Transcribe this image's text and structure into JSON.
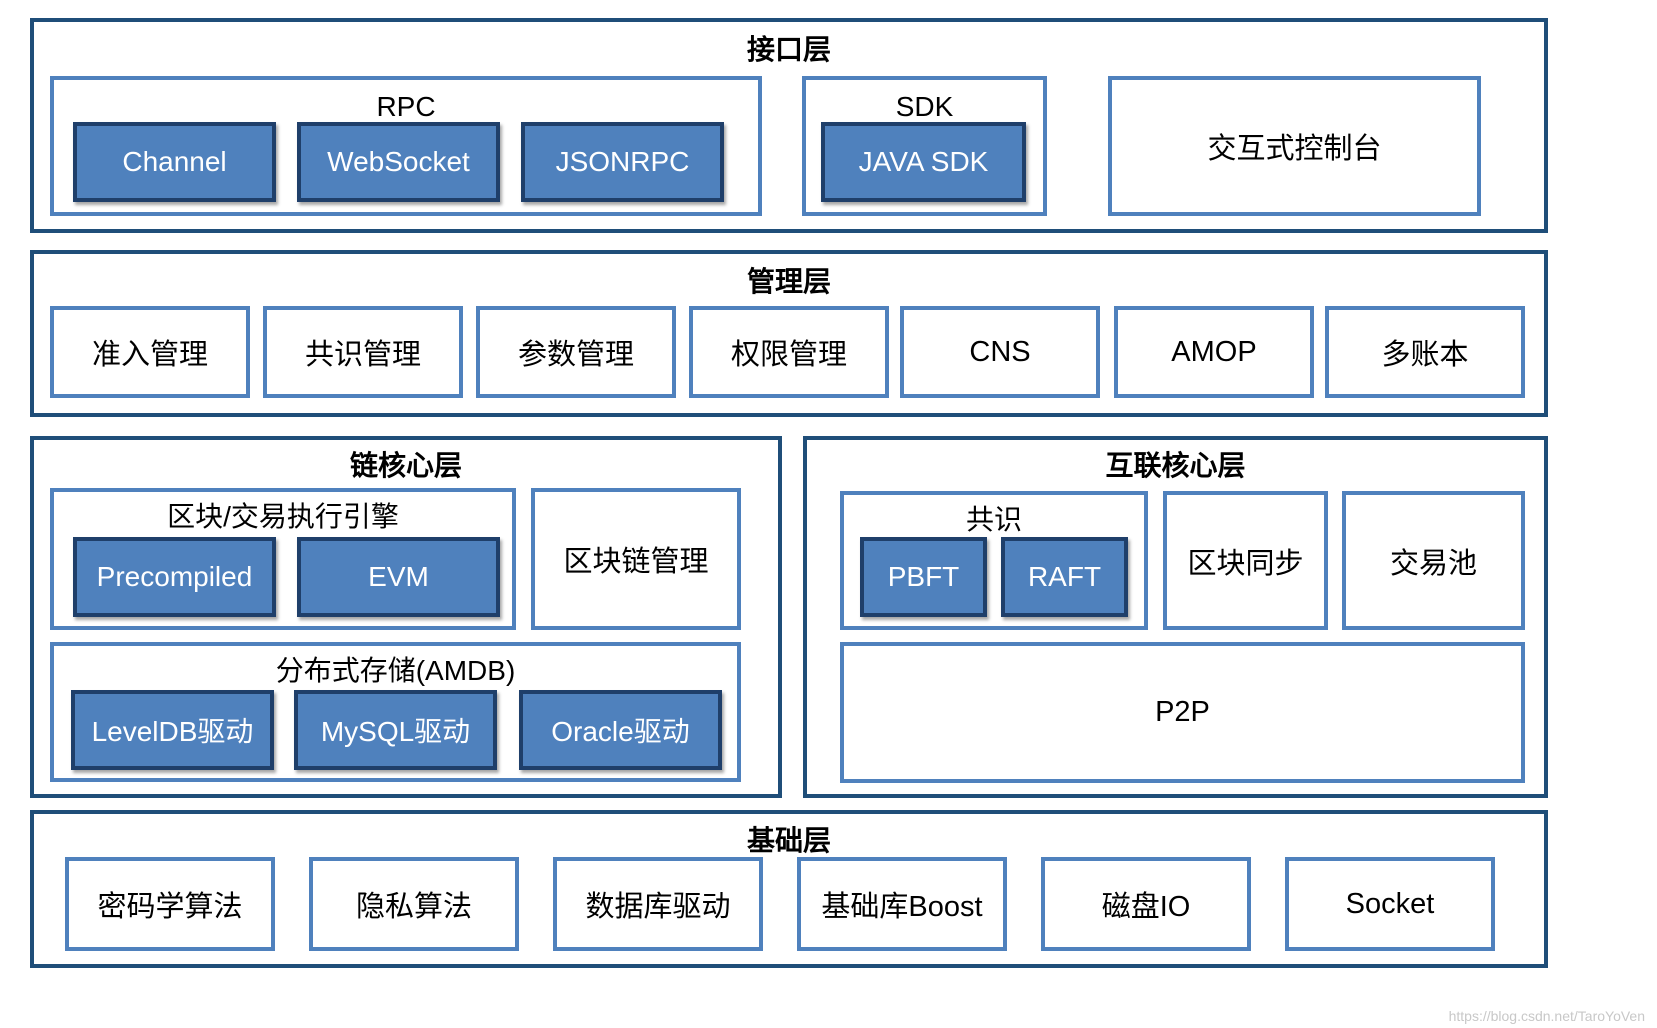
{
  "interface_layer": {
    "title": "接口层",
    "rpc": {
      "title": "RPC",
      "items": [
        "Channel",
        "WebSocket",
        "JSONRPC"
      ]
    },
    "sdk": {
      "title": "SDK",
      "items": [
        "JAVA SDK"
      ]
    },
    "console": "交互式控制台"
  },
  "management_layer": {
    "title": "管理层",
    "items": [
      "准入管理",
      "共识管理",
      "参数管理",
      "权限管理",
      "CNS",
      "AMOP",
      "多账本"
    ]
  },
  "chain_core_layer": {
    "title": "链核心层",
    "engine": {
      "title": "区块/交易执行引擎",
      "items": [
        "Precompiled",
        "EVM"
      ]
    },
    "blockchain_management": "区块链管理",
    "storage": {
      "title": "分布式存储(AMDB)",
      "items": [
        "LevelDB驱动",
        "MySQL驱动",
        "Oracle驱动"
      ]
    }
  },
  "interconnect_core_layer": {
    "title": "互联核心层",
    "consensus": {
      "title": "共识",
      "items": [
        "PBFT",
        "RAFT"
      ]
    },
    "block_sync": "区块同步",
    "tx_pool": "交易池",
    "p2p": "P2P"
  },
  "foundation_layer": {
    "title": "基础层",
    "items": [
      "密码学算法",
      "隐私算法",
      "数据库驱动",
      "基础库Boost",
      "磁盘IO",
      "Socket"
    ]
  },
  "watermark": "https://blog.csdn.net/TaroYoVen"
}
